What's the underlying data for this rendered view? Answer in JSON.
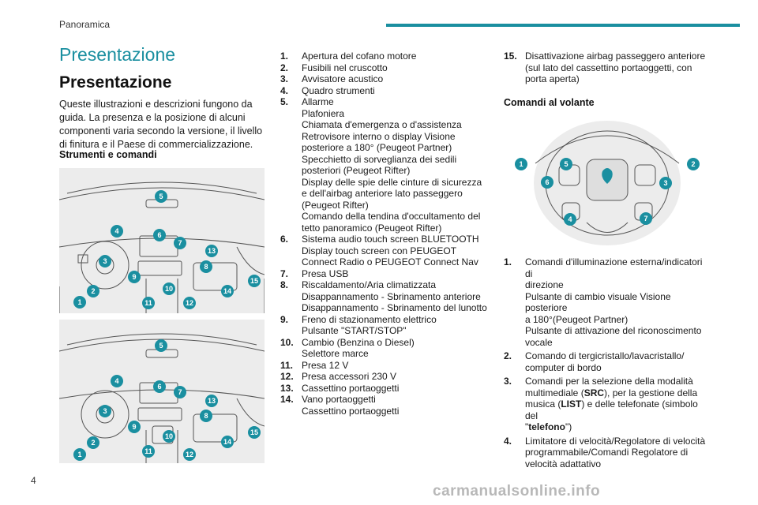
{
  "header": {
    "section": "Panoramica"
  },
  "page": {
    "title": "Presentazione",
    "number": "4"
  },
  "presentation": {
    "heading": "Presentazione",
    "intro": "Queste illustrazioni e descrizioni fungono da guida. La presenza e la posizione di alcuni componenti varia secondo la versione, il livello di finitura e il Paese di commercializzazione.",
    "instruments_heading": "Strumenti e comandi"
  },
  "figures": {
    "dashboard_top_callouts": [
      "5",
      "4",
      "6",
      "7",
      "13",
      "3",
      "8",
      "9",
      "10",
      "15",
      "14",
      "1",
      "2",
      "11",
      "12"
    ],
    "dashboard_bottom_callouts": [
      "5",
      "4",
      "6",
      "7",
      "13",
      "3",
      "8",
      "9",
      "10",
      "15",
      "14",
      "1",
      "2",
      "11",
      "12"
    ],
    "steering_callouts": [
      "1",
      "5",
      "2",
      "6",
      "3",
      "4",
      "7"
    ]
  },
  "instruments": [
    {
      "num": "1.",
      "lines": [
        "Apertura del cofano motore"
      ]
    },
    {
      "num": "2.",
      "lines": [
        "Fusibili nel cruscotto"
      ]
    },
    {
      "num": "3.",
      "lines": [
        "Avvisatore acustico"
      ]
    },
    {
      "num": "4.",
      "lines": [
        "Quadro strumenti"
      ]
    },
    {
      "num": "5.",
      "lines": [
        "Allarme",
        "Plafoniera",
        "Chiamata d'emergenza o d'assistenza",
        "Retrovisore interno o display Visione",
        "posteriore a 180° (Peugeot Partner)",
        "Specchietto di sorveglianza dei sedili",
        "posteriori (Peugeot Rifter)",
        "Display delle spie delle cinture di sicurezza",
        "e dell'airbag anteriore lato passeggero",
        "(Peugeot Rifter)",
        "Comando della tendina d'occultamento del",
        "tetto panoramico (Peugeot Rifter)"
      ]
    },
    {
      "num": "6.",
      "lines": [
        "Sistema audio touch screen BLUETOOTH",
        "Display touch screen con PEUGEOT",
        "Connect Radio o PEUGEOT Connect Nav"
      ]
    },
    {
      "num": "7.",
      "lines": [
        "Presa USB"
      ]
    },
    {
      "num": "8.",
      "lines": [
        "Riscaldamento/Aria climatizzata",
        "Disappannamento - Sbrinamento anteriore",
        "Disappannamento - Sbrinamento del lunotto"
      ]
    },
    {
      "num": "9.",
      "lines": [
        "Freno di stazionamento elettrico",
        "Pulsante \"START/STOP\""
      ]
    },
    {
      "num": "10.",
      "lines": [
        "Cambio (Benzina o Diesel)",
        "Selettore marce"
      ]
    },
    {
      "num": "11.",
      "lines": [
        "Presa 12 V"
      ]
    },
    {
      "num": "12.",
      "lines": [
        "Presa accessori 230 V"
      ]
    },
    {
      "num": "13.",
      "lines": [
        "Cassettino portaoggetti"
      ]
    },
    {
      "num": "14.",
      "lines": [
        "Vano portaoggetti",
        "Cassettino portaoggetti"
      ]
    },
    {
      "num": "15.",
      "lines": [
        "Disattivazione airbag passeggero anteriore",
        "(sul lato del cassettino portaoggetti, con",
        "porta aperta)"
      ]
    }
  ],
  "steering": {
    "heading": "Comandi al volante",
    "items": [
      {
        "num": "1.",
        "lines": [
          "Comandi d'illuminazione esterna/indicatori di",
          "direzione",
          "Pulsante di cambio visuale Visione posteriore",
          "a 180°(Peugeot Partner)",
          "Pulsante di attivazione del riconoscimento",
          "vocale"
        ]
      },
      {
        "num": "2.",
        "lines": [
          "Comando di tergicristallo/lavacristallo/",
          "computer di bordo"
        ]
      },
      {
        "num": "3.",
        "lines": [
          "Comandi per la selezione della modalità",
          "multimediale (SRC), per la gestione della",
          "musica (LIST) e delle telefonate (simbolo del",
          "\"telefono\")"
        ]
      },
      {
        "num": "4.",
        "lines": [
          "Limitatore di velocità/Regolatore di velocità",
          "programmabile/Comandi Regolatore di",
          "velocità adattativo"
        ]
      }
    ]
  },
  "watermark": "carmanualsonline.info",
  "colors": {
    "accent": "#1a8fa0",
    "figure_bg": "#ececec"
  }
}
